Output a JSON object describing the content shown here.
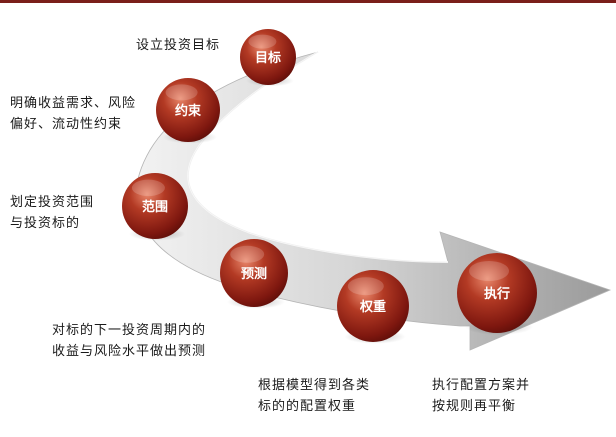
{
  "steps": [
    {
      "ball": "目标",
      "desc": "设立投资目标"
    },
    {
      "ball": "约束",
      "desc": "明确收益需求、风险\n偏好、流动性约束"
    },
    {
      "ball": "范围",
      "desc": "划定投资范围\n与投资标的"
    },
    {
      "ball": "预测",
      "desc": "对标的下一投资周期内的\n收益与风险水平做出预测"
    },
    {
      "ball": "权重",
      "desc": "根据模型得到各类\n标的的配置权重"
    },
    {
      "ball": "执行",
      "desc": "执行配置方案并\n按规则再平衡"
    }
  ],
  "colors": {
    "border": "#7a1f1a",
    "ball_dark": "#6e120c",
    "ball_mid": "#a8321f",
    "ball_light": "#e8866a",
    "arrow_light": "#f4f4f4",
    "arrow_dark": "#8c8c8c"
  }
}
